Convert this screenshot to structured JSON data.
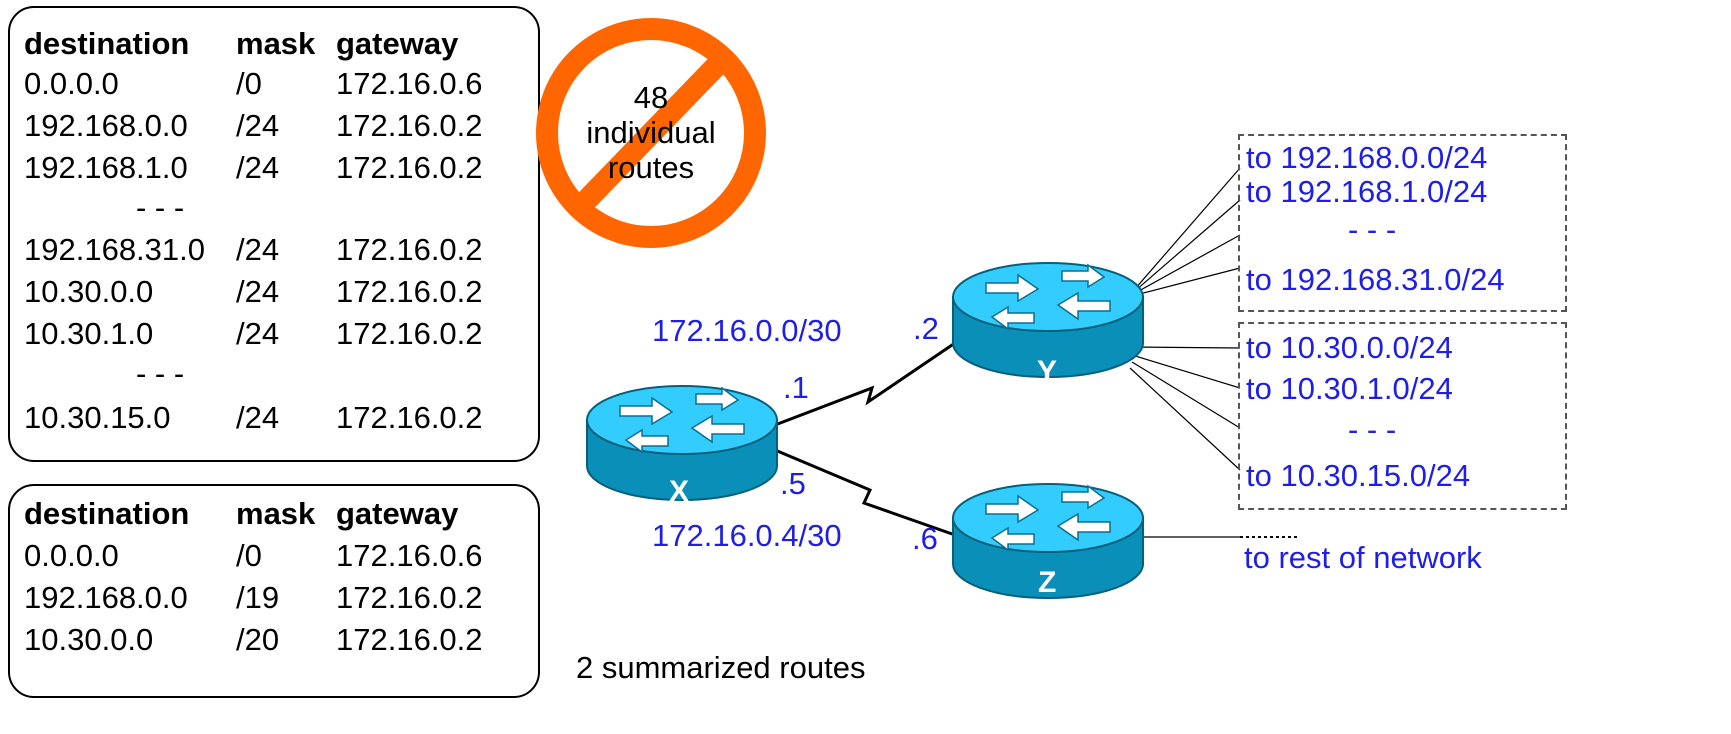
{
  "table_full": {
    "headers": [
      "destination",
      "mask",
      "gateway"
    ],
    "rows": [
      [
        "0.0.0.0",
        "/0",
        "172.16.0.6"
      ],
      [
        "192.168.0.0",
        "/24",
        "172.16.0.2"
      ],
      [
        "192.168.1.0",
        "/24",
        "172.16.0.2"
      ],
      [
        "- - -",
        "",
        ""
      ],
      [
        "192.168.31.0",
        "/24",
        "172.16.0.2"
      ],
      [
        "10.30.0.0",
        "/24",
        "172.16.0.2"
      ],
      [
        "10.30.1.0",
        "/24",
        "172.16.0.2"
      ],
      [
        "- - -",
        "",
        ""
      ],
      [
        "10.30.15.0",
        "/24",
        "172.16.0.2"
      ]
    ]
  },
  "table_summary": {
    "headers": [
      "destination",
      "mask",
      "gateway"
    ],
    "rows": [
      [
        "0.0.0.0",
        "/0",
        "172.16.0.6"
      ],
      [
        "192.168.0.0",
        "/19",
        "172.16.0.2"
      ],
      [
        "10.30.0.0",
        "/20",
        "172.16.0.2"
      ]
    ]
  },
  "no_symbol": {
    "text_line1": "48",
    "text_line2": "individual",
    "text_line3": "routes",
    "color": "#ff6600"
  },
  "summary_caption": "2 summarized routes",
  "links": {
    "xy_subnet": "172.16.0.0/30",
    "xz_subnet": "172.16.0.4/30",
    "x_to_y_if": ".1",
    "y_if": ".2",
    "x_to_z_if": ".5",
    "z_if": ".6"
  },
  "routers": {
    "x": "X",
    "y": "Y",
    "z": "Z"
  },
  "group1": {
    "lines": [
      "to 192.168.0.0/24",
      "to 192.168.1.0/24",
      "- - -",
      "to 192.168.31.0/24"
    ]
  },
  "group2": {
    "lines": [
      "to 10.30.0.0/24",
      "to 10.30.1.0/24",
      "- - -",
      "to 10.30.15.0/24"
    ]
  },
  "rest": "to rest of network",
  "colors": {
    "label_blue": "#1e1ee6",
    "router_top": "#33ccff",
    "router_side": "#0a8fb8"
  }
}
